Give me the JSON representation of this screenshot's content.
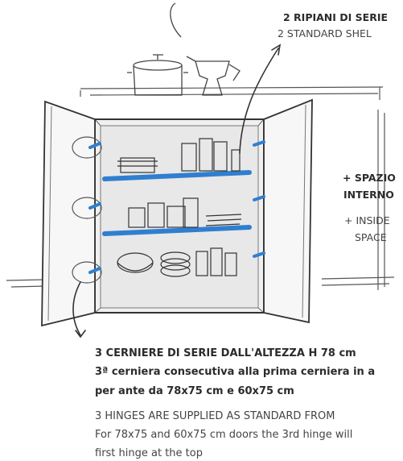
{
  "shelves": {
    "title_it": "2 RIPIANI DI SERIE",
    "title_en": "2 STANDARD SHEL"
  },
  "space": {
    "line1_it": "+ SPAZIO",
    "line2_it": "INTERNO",
    "line1_en": "+ INSIDE",
    "line2_en": "SPACE"
  },
  "hinges": {
    "title_it": "3 CERNIERE DI SERIE DALL'ALTEZZA H 78 cm",
    "body_it_1": "3ª cerniera consecutiva alla prima cerniera in a",
    "body_it_2": "per ante da 78x75 cm e 60x75 cm",
    "title_en": "3 HINGES ARE SUPPLIED AS STANDARD FROM",
    "body_en_1": "For 78x75 and 60x75 cm doors the 3rd hinge will",
    "body_en_2": "first hinge at the top"
  },
  "colors": {
    "shelf_accent": "#2f7fd0",
    "ink": "#3a3a3a",
    "cabinet_interior": "#efefef"
  }
}
